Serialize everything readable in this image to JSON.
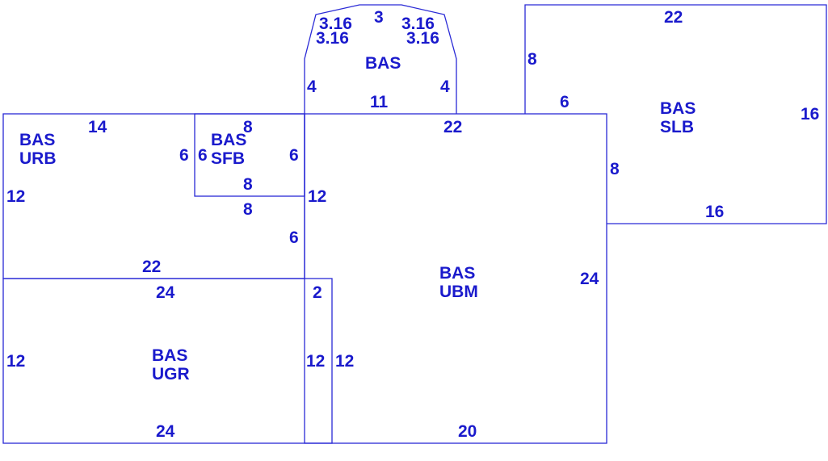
{
  "colors": {
    "line": "#2a2ad6",
    "text": "#1a1acc",
    "background": "#ffffff"
  },
  "rooms": {
    "bay": {
      "label": "BAS"
    },
    "urb": {
      "code": "BAS",
      "name": "URB"
    },
    "sfb": {
      "code": "BAS",
      "name": "SFB"
    },
    "ubm": {
      "code": "BAS",
      "name": "UBM"
    },
    "slb": {
      "code": "BAS",
      "name": "SLB"
    },
    "ugr": {
      "code": "BAS",
      "name": "UGR"
    }
  },
  "dimensions": {
    "bay_top": "3",
    "bay_diag_left_1": "3.16",
    "bay_diag_left_2": "3.16",
    "bay_diag_right_1": "3.16",
    "bay_diag_right_2": "3.16",
    "bay_side_left": "4",
    "bay_side_right": "4",
    "bay_base": "11",
    "urb_top": "14",
    "urb_right": "6",
    "urb_left": "12",
    "urb_bottom": "22",
    "sfb_top": "8",
    "sfb_left": "6",
    "sfb_right": "6",
    "sfb_bottom_inner": "8",
    "sfb_bottom_outer": "8",
    "ubm_left_upper": "12",
    "ubm_left_lower": "6",
    "ubm_top": "22",
    "ubm_right": "24",
    "ubm_bottom": "20",
    "ubm_left_bottom": "12",
    "slb_top": "22",
    "slb_left_upper": "8",
    "slb_base_left": "6",
    "slb_right": "16",
    "slb_left_lower": "8",
    "slb_bottom": "16",
    "ugr_top": "24",
    "ugr_step": "2",
    "ugr_left": "12",
    "ugr_right": "12",
    "ugr_bottom": "24"
  }
}
